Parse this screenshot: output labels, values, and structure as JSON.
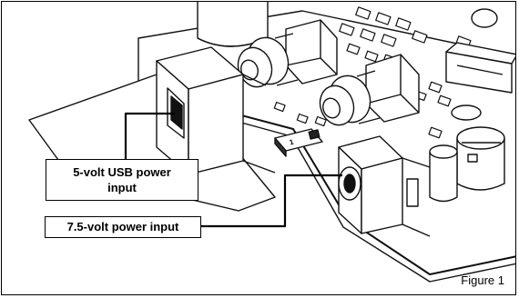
{
  "callouts": {
    "usb_power": {
      "line1": "5-volt USB power",
      "line2": "input"
    },
    "power_7_5v": {
      "label": "7.5-volt power input"
    }
  },
  "caption": {
    "text": "Figure 1"
  },
  "board_marking": {
    "text": "1"
  }
}
